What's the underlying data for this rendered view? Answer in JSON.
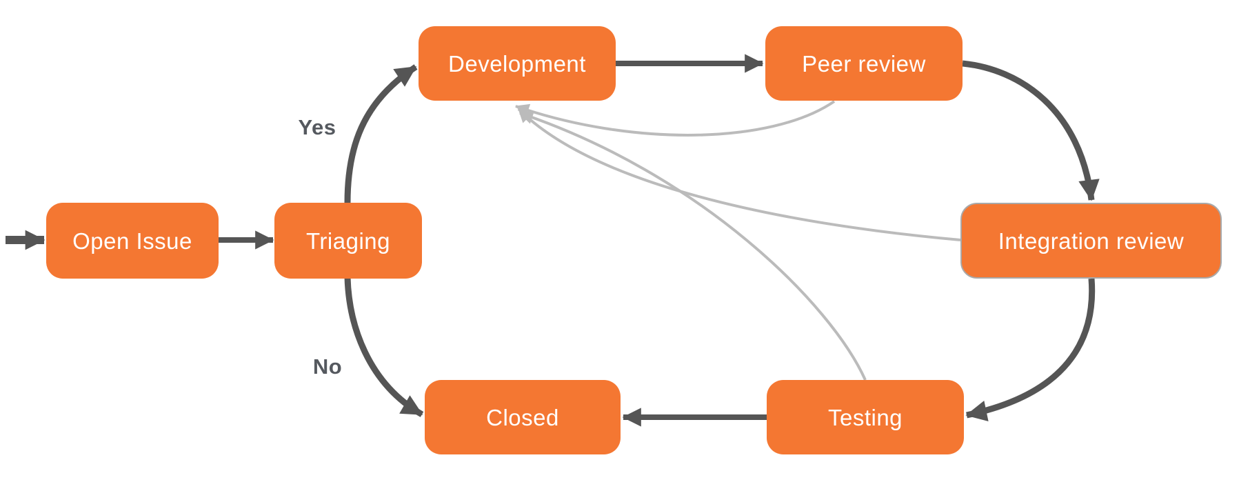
{
  "diagram": {
    "type": "flowchart",
    "nodes": [
      {
        "id": "open-issue",
        "label": "Open Issue",
        "highlighted": false
      },
      {
        "id": "triaging",
        "label": "Triaging",
        "highlighted": false
      },
      {
        "id": "development",
        "label": "Development",
        "highlighted": false
      },
      {
        "id": "peer-review",
        "label": "Peer review",
        "highlighted": false
      },
      {
        "id": "integration-review",
        "label": "Integration review",
        "highlighted": true
      },
      {
        "id": "testing",
        "label": "Testing",
        "highlighted": false
      },
      {
        "id": "closed",
        "label": "Closed",
        "highlighted": false
      }
    ],
    "edges": [
      {
        "from": "start",
        "to": "Open Issue",
        "style": "dark",
        "label": ""
      },
      {
        "from": "Open Issue",
        "to": "Triaging",
        "style": "dark",
        "label": ""
      },
      {
        "from": "Triaging",
        "to": "Development",
        "style": "dark",
        "label": "Yes"
      },
      {
        "from": "Triaging",
        "to": "Closed",
        "style": "dark",
        "label": "No"
      },
      {
        "from": "Development",
        "to": "Peer review",
        "style": "dark",
        "label": ""
      },
      {
        "from": "Peer review",
        "to": "Integration review",
        "style": "dark",
        "label": ""
      },
      {
        "from": "Integration review",
        "to": "Testing",
        "style": "dark",
        "label": ""
      },
      {
        "from": "Testing",
        "to": "Closed",
        "style": "dark",
        "label": ""
      },
      {
        "from": "Peer review",
        "to": "Development",
        "style": "light",
        "label": ""
      },
      {
        "from": "Integration review",
        "to": "Development",
        "style": "light",
        "label": ""
      },
      {
        "from": "Testing",
        "to": "Development",
        "style": "light",
        "label": ""
      }
    ]
  },
  "colors": {
    "node": "#f47732",
    "nodetext": "#ffffff",
    "dark": "#555555",
    "light": "#bbbbbb",
    "label": "#55595f",
    "hl-border": "#a9a9a9",
    "bg": "#ffffff"
  }
}
